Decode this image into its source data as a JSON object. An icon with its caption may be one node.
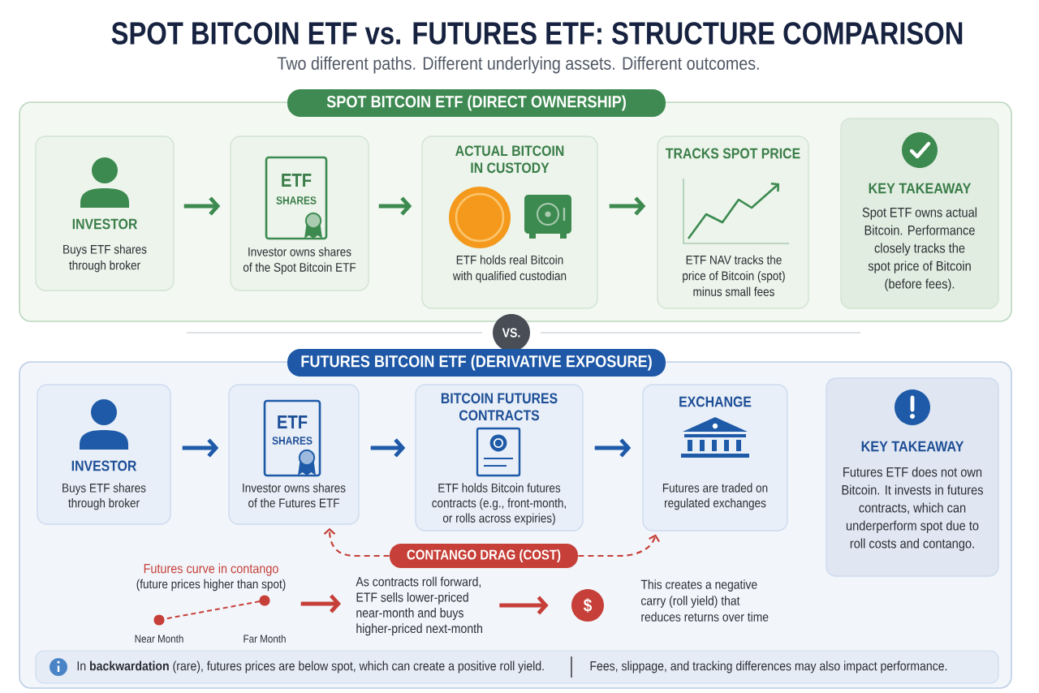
{
  "diagram": {
    "title": "SPOT BITCOIN ETF vs. FUTURES ETF: STRUCTURE COMPARISON",
    "nodes": [
      {
        "text": [
          "SPOT BITCOIN ETF (DIRECT OWNERSHIP)"
        ]
      },
      {
        "text": [
          "INVESTOR",
          "Buys ETF shares through broker"
        ],
        "in": 0
      },
      {
        "text": [
          "ETF",
          "SHARES",
          "Investor owns shares of the Spot Bitcoin ETF"
        ],
        "in": 0
      },
      {
        "text": [
          "ACTUAL BITCOIN IN CUSTODY",
          "ETF holds real Bitcoin with qualified custodian"
        ],
        "in": 0
      },
      {
        "text": [
          "TRACKS SPOT PRICE",
          "ETF NAV tracks the price of Bitcoin (spot) minus small fees"
        ],
        "in": 0
      },
      {
        "text": [
          "KEY TAKEAWAY",
          "Spot ETF owns actual Bitcoin. Performance closely tracks the spot price of Bitcoin (before fees)."
        ],
        "in": 0
      },
      {
        "text": [
          "VS."
        ]
      },
      {
        "text": [
          "FUTURES BITCOIN ETF (DERIVATIVE EXPOSURE)"
        ]
      },
      {
        "text": [
          "INVESTOR",
          "Buys ETF shares through broker"
        ],
        "in": 7
      },
      {
        "text": [
          "ETF",
          "SHARES",
          "Investor owns shares of the Futures ETF"
        ],
        "in": 7
      },
      {
        "text": [
          "BITCOIN FUTURES CONTRACTS",
          "ETF holds Bitcoin futures contracts (e.g., front-month, or rolls across expiries)"
        ],
        "in": 7
      },
      {
        "text": [
          "EXCHANGE",
          "Futures are traded on regulated exchanges"
        ],
        "in": 7
      },
      {
        "text": [
          "KEY TAKEAWAY",
          "Futures ETF does not own Bitcoin. It invests in futures contracts, which can underperform spot due to roll costs and contango."
        ],
        "in": 7
      },
      {
        "text": [
          "CONTANGO DRAG (COST)"
        ],
        "in": 7
      },
      {
        "text": [
          "Futures curve in contango",
          "(future prices higher than spot)"
        ],
        "in": 7
      },
      {
        "text": [
          "As contracts roll forward, ETF sells lower-priced near-month and buys higher-priced next-month"
        ],
        "in": 7
      },
      {
        "text": [
          "$"
        ],
        "beside": [
          "This creates a negative carry (roll yield) that reduces returns over time"
        ],
        "in": 7
      },
      {
        "text": [
          "In **backwardation** (rare), futures prices are below spot, which can create a positive roll yield.",
          "Fees, slippage, and tracking differences may also impact performance."
        ],
        "in": 7
      }
    ],
    "edges": [
      {
        "from": 1,
        "to": 2,
        "arrow": "to",
        "color": "#3c8a50"
      },
      {
        "from": 2,
        "to": 3,
        "arrow": "to",
        "color": "#3c8a50"
      },
      {
        "from": 3,
        "to": 4,
        "arrow": "to",
        "color": "#3c8a50"
      },
      {
        "from": 8,
        "to": 9,
        "arrow": "to",
        "color": "#1e5aa8"
      },
      {
        "from": 9,
        "to": 10,
        "arrow": "to",
        "color": "#1e5aa8"
      },
      {
        "from": 10,
        "to": 11,
        "arrow": "to",
        "color": "#1e5aa8"
      },
      {
        "from": 13,
        "to": 9,
        "arrow": "to",
        "style": "dashed",
        "color": "#c63f38"
      },
      {
        "from": 13,
        "to": 11,
        "arrow": "to",
        "style": "dashed",
        "color": "#c63f38"
      },
      {
        "from": 14,
        "to": 15,
        "arrow": "to",
        "color": "#c63f38"
      },
      {
        "from": 15,
        "to": 16,
        "arrow": "to",
        "color": "#c63f38"
      }
    ],
    "labels": [
      "Two different paths. Different underlying assets. Different outcomes.",
      "Near Month",
      "Far Month"
    ]
  }
}
